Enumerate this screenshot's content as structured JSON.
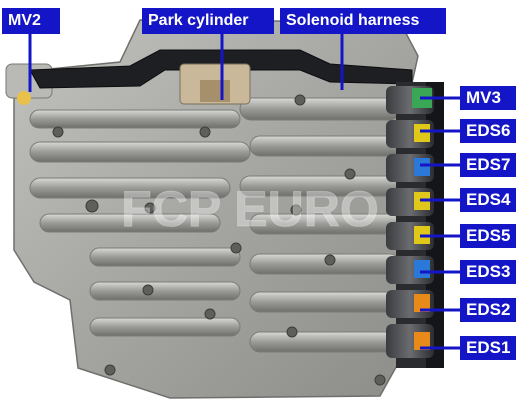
{
  "labels": {
    "mv2": "MV2",
    "park": "Park cylinder",
    "harness": "Solenoid harness",
    "mv3": "MV3",
    "eds6": "EDS6",
    "eds7": "EDS7",
    "eds4": "EDS4",
    "eds5": "EDS5",
    "eds3": "EDS3",
    "eds2": "EDS2",
    "eds1": "EDS1"
  },
  "watermark": "FCP EURO",
  "colors": {
    "label_bg": "#1515c8",
    "leader": "#1515c8",
    "casting": "#a9aaa6",
    "solenoid_green": "#3aa757",
    "solenoid_yellow": "#e0c81a",
    "solenoid_blue": "#2a78d8",
    "solenoid_orange": "#e88a1a"
  }
}
